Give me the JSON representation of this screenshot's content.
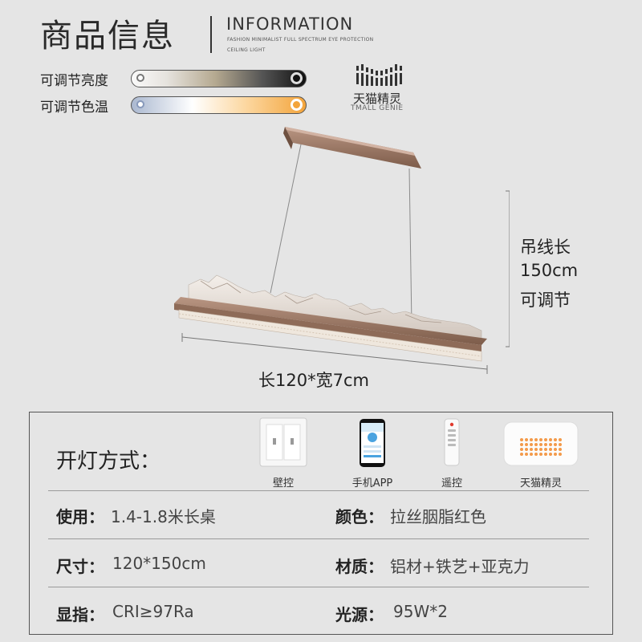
{
  "header": {
    "title_cn": "商品信息",
    "title_en": "INFORMATION",
    "subtitle_line1": "FASHION MINIMALIST FULL SPECTRUM EYE PROTECTION",
    "subtitle_line2": "CEILING LIGHT"
  },
  "sliders": [
    {
      "label": "可调节亮度",
      "icon": "brightness-slider"
    },
    {
      "label": "可调节色温",
      "icon": "colortemp-slider"
    }
  ],
  "tmall": {
    "name": "天猫精灵",
    "name_en": "TMALL GENIE",
    "icon": "tmall-genie-logo-icon"
  },
  "dimensions": {
    "cable_line1": "吊线长",
    "cable_line2": "150cm",
    "cable_line3": "可调节",
    "size": "长120*宽7cm"
  },
  "switch_methods": {
    "label": "开灯方式：",
    "devices": [
      {
        "label": "壁控",
        "icon": "wall-switch-icon"
      },
      {
        "label": "手机APP",
        "icon": "phone-app-icon"
      },
      {
        "label": "遥控",
        "icon": "remote-control-icon"
      },
      {
        "label": "天猫精灵",
        "icon": "smart-speaker-icon"
      }
    ]
  },
  "specs": {
    "usage_key": "使用：",
    "usage_value": "1.4-1.8米长桌",
    "color_key": "颜色：",
    "color_value": "拉丝胭脂红色",
    "size_key": "尺寸：",
    "size_value": "120*150cm",
    "material_key": "材质：",
    "material_value": "铝材+铁艺+亚克力",
    "cri_key": "显指：",
    "cri_value": "CRI≥97Ra",
    "light_key": "光源：",
    "light_value": "95W*2"
  },
  "colors": {
    "background": "#e5e5e5",
    "lamp_frame": "#9c7a66",
    "accent_orange": "#f3a43b"
  }
}
